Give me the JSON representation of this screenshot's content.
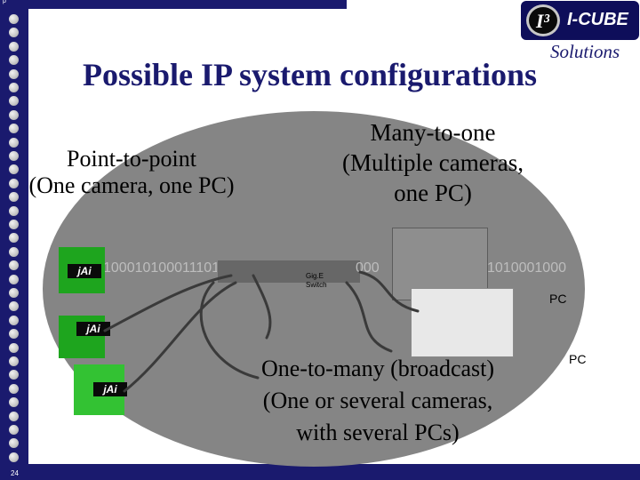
{
  "slide": {
    "title": "Possible IP system configurations",
    "page_number": "24",
    "corner_mark": "p"
  },
  "logo": {
    "badge_text": "I³",
    "wordmark": "I-CUBE",
    "tagline": "Solutions"
  },
  "labels": {
    "point_to_point": "Point-to-point\n(One camera, one PC)",
    "many_to_one": "Many-to-one\n(Multiple cameras,\none PC)",
    "one_to_many": "One-to-many (broadcast)\n(One or several cameras,\nwith several PCs)"
  },
  "diagram": {
    "bitstream_left": "1000101000111010",
    "bitstream_mid": "000",
    "bitstream_right": "1010001000",
    "switch_label": "Gig.E\nSwitch",
    "pc_label_1": "PC",
    "pc_label_2": "PC",
    "camera_logo": "jAi"
  },
  "colors": {
    "navy": "#1a1a6e",
    "ellipse_gray": "#858585",
    "camera_green": "#1ea51e",
    "camera_green_light": "#33c233"
  }
}
